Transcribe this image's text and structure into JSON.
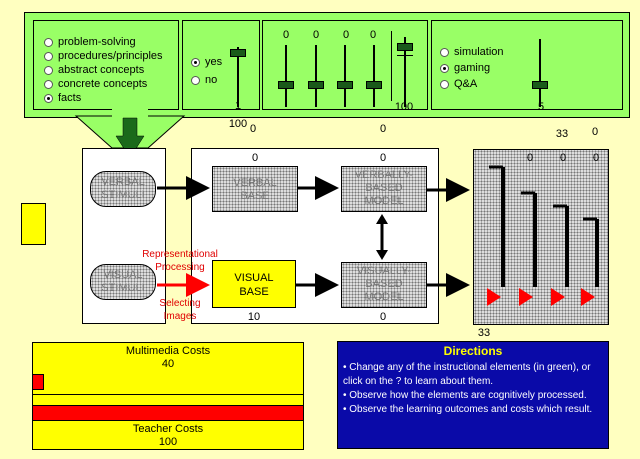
{
  "instruction_panel": {
    "content_options": [
      {
        "label": "problem-solving",
        "selected": false
      },
      {
        "label": "procedures/principles",
        "selected": false
      },
      {
        "label": "abstract concepts",
        "selected": false
      },
      {
        "label": "concrete concepts",
        "selected": false
      },
      {
        "label": "facts",
        "selected": true
      }
    ],
    "yes_no": [
      {
        "label": "yes",
        "selected": true
      },
      {
        "label": "no",
        "selected": false
      }
    ],
    "yes_no_slider_value": "1",
    "slider_group_values": [
      "0",
      "0",
      "0",
      "0"
    ],
    "slider_group_total": "100",
    "method_options": [
      {
        "label": "simulation",
        "selected": false
      },
      {
        "label": "gaming",
        "selected": true
      },
      {
        "label": "Q&A",
        "selected": false
      }
    ],
    "method_slider_value": "5"
  },
  "readouts": {
    "left_100": "100",
    "left_0": "0",
    "mid_0": "0",
    "out_33": "33",
    "out_0": "0",
    "verbal_base_val": "0",
    "verbal_model_val": "0",
    "visual_base_val": "10",
    "visual_model_val": "0",
    "bottom_33": "33",
    "outcome_vals": [
      "0",
      "0",
      "0"
    ]
  },
  "diagram": {
    "verbal_stimuli": "VERBAL STIMULI",
    "visual_stimuli": "VISUAL STIMULI",
    "verbal_base": "VERBAL BASE",
    "visual_base": "VISUAL BASE",
    "verbal_model": "VERBALLY-BASED MODEL",
    "visual_model": "VISUALLY-BASED MODEL",
    "representational": "Representational Processing",
    "selecting": "Selecting Images"
  },
  "outcomes": {
    "bar_levels": [
      1.0,
      0.8,
      0.7,
      0.6
    ]
  },
  "costs": {
    "multimedia_label": "Multimedia Costs",
    "multimedia_value": "40",
    "multimedia_fraction": 0.04,
    "teacher_label": "Teacher Costs",
    "teacher_value": "100",
    "teacher_fraction": 1.0
  },
  "directions": {
    "title": "Directions",
    "items": [
      "• Change any of the instructional elements (in green), or click on the ? to learn about them.",
      "• Observe how the elements are cognitively processed.",
      "• Observe the learning outcomes and costs which result."
    ]
  },
  "colors": {
    "background": "#ffffc0",
    "instruction_green": "#99ff66",
    "cost_yellow": "#ffff00",
    "cost_red": "#ff0000",
    "directions_blue": "#0a0aa8",
    "label_red": "#e00000"
  }
}
